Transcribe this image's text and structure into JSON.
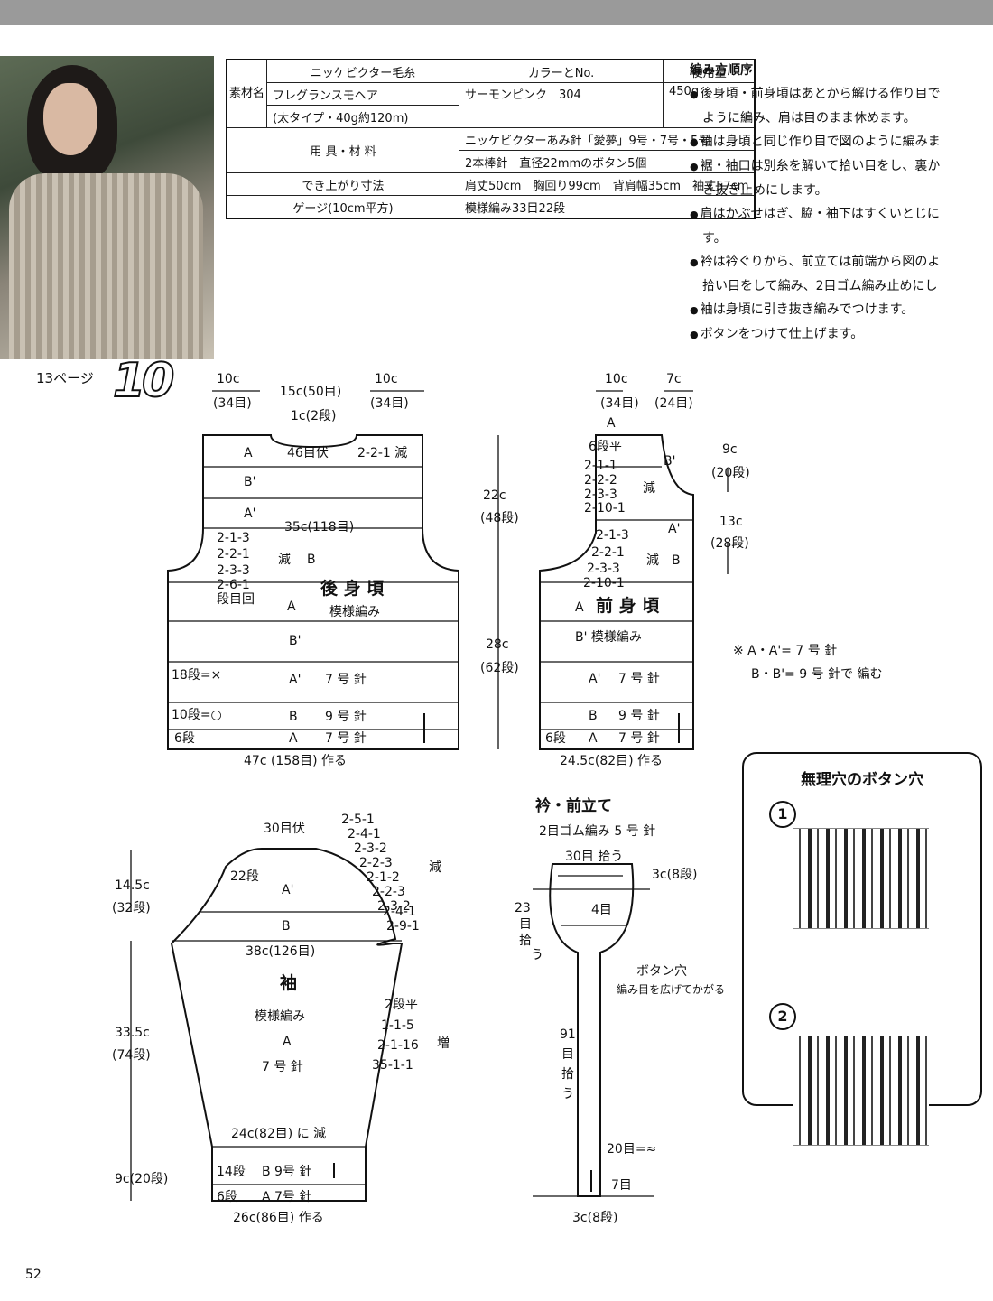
{
  "material": {
    "head_material": "素材名",
    "head_yarn": "ニッケビクター毛糸",
    "head_color": "カラーとNo.",
    "head_qty": "使用量",
    "yarn_name": "フレグランスモヘア",
    "yarn_detail": "(太タイプ・40g約120m)",
    "color": "サーモンピンク　304",
    "qty": "450g",
    "tools_label": "用 具・材 料",
    "tools_1": "ニッケビクターあみ針「愛夢」9号・7号・5号",
    "tools_2": "2本棒針　直径22mmのボタン5個",
    "size_label": "でき上がり寸法",
    "size": "肩丈50cm　胸回り99cm　背肩幅35cm　袖丈57cm",
    "gauge_label": "ゲージ(10cm平方)",
    "gauge": "模様編み33目22段"
  },
  "steps": {
    "title": "編み方順序",
    "s1a": "後身頃・前身頃はあとから解ける作り目で",
    "s1b": "ように編み、肩は目のまま休めます。",
    "s2a": "袖は身頃と同じ作り目で図のように編みま",
    "s3a": "裾・袖口は別糸を解いて拾い目をし、裏か",
    "s3b": "き抜き止めにします。",
    "s4a": "肩はかぶせはぎ、脇・袖下はすくいとじに",
    "s4b": "す。",
    "s5a": "衿は衿ぐりから、前立ては前端から図のよ",
    "s5b": "拾い目をして編み、2目ゴム編み止めにし",
    "s6a": "袖は身頃に引き抜き編みでつけます。",
    "s7a": "ボタンをつけて仕上げます。"
  },
  "header": {
    "page_ref": "13ページ",
    "number": "10"
  },
  "back": {
    "top_l": "10c",
    "top_l2": "(34目)",
    "top_c": "15c(50目)",
    "top_r": "10c",
    "top_r2": "(34目)",
    "neck": "1c(2段)",
    "row_a": "A",
    "bind": "46目伏",
    "dec_neck": "2-2-1 減",
    "row_b2": "B'",
    "row_a2": "A'",
    "width": "35c(118目)",
    "d1": "2-1-3",
    "d2": "2-2-1",
    "d3": "2-3-3",
    "d4": "2-6-1",
    "dec": "減",
    "bb": "B",
    "rows": "段目回",
    "title": "後 身 頃",
    "pattern": "模様編み",
    "la": "A",
    "lb2": "B'",
    "la2": "A'",
    "n7": "7 号 針",
    "lb": "B",
    "n9": "9 号 針",
    "la3": "A",
    "n7b": "7 号 針",
    "r18": "18段=×",
    "r10": "10段=○",
    "r6": "6段",
    "bottom": "47c (158目) 作る",
    "h1": "22c",
    "h1b": "(48段)",
    "h2": "28c",
    "h2b": "(62段)"
  },
  "front": {
    "top_l": "10c",
    "top_l2": "(34目)",
    "top_r": "7c",
    "top_r2": "(24目)",
    "row_a": "A",
    "flat": "6段平",
    "n1": "2-1-1",
    "n2": "2-2-2",
    "n3": "2-3-3",
    "n4": "2-10-1",
    "dec": "減",
    "b2": "B'",
    "a2": "A'",
    "m1": "2-1-3",
    "m2": "2-2-1",
    "m3": "2-3-3",
    "m4": "2-10-1",
    "dec2": "減",
    "b": "B",
    "title": "前 身 頃",
    "la": "A",
    "pattern": "B' 模様編み",
    "la2": "A'",
    "n7": "7 号 針",
    "lb": "B",
    "n9": "9 号 針",
    "r6": "6段",
    "la3": "A",
    "n7b": "7 号 針",
    "bottom": "24.5c(82目) 作る",
    "h1": "9c",
    "h1b": "(20段)",
    "h2": "13c",
    "h2b": "(28段)"
  },
  "note": {
    "n1": "※ A・A'= 7 号 針",
    "n2": "B・B'= 9 号 針で 編む"
  },
  "sleeve": {
    "bind": "30目伏",
    "c1": "2-5-1",
    "c2": "2-4-1",
    "c3": "2-3-2",
    "c4": "2-2-3",
    "c5": "2-1-2",
    "c6": "2-2-3",
    "c7": "2-3-2",
    "c8": "2-4-1",
    "c9": "2-9-1",
    "dec": "減",
    "rows22": "22段",
    "a2": "A'",
    "b": "B",
    "width": "38c(126目)",
    "title": "袖",
    "pattern": "模様編み",
    "a": "A",
    "n7": "7 号 針",
    "i0": "2段平",
    "i1": "1-1-5",
    "i2": "2-1-16",
    "i3": "35-1-1",
    "inc": "増",
    "dec24": "24c(82目) に 減",
    "r14": "14段",
    "b9": "B 9号 針",
    "r6": "6段",
    "a7": "A 7号 針",
    "bottom": "26c(86目) 作る",
    "h1": "14.5c",
    "h1b": "(32段)",
    "h2": "33.5c",
    "h2b": "(74段)",
    "h3": "9c(20段)"
  },
  "collar": {
    "title": "衿・前立て",
    "sub": "2目ゴム編み 5 号 針",
    "pick30": "30目 拾う",
    "h3": "3c(8段)",
    "pick23a": "23",
    "pick23b": "目",
    "pick23c": "拾",
    "pick23d": "う",
    "four": "4目",
    "btn": "ボタン穴",
    "btn2": "編み目を広げてかがる",
    "p91a": "91",
    "p91b": "目",
    "p91c": "拾",
    "p91d": "う",
    "r20": "20目=≈",
    "r7": "7目",
    "bottom": "3c(8段)"
  },
  "buttonhole": {
    "title": "無理穴のボタン穴",
    "c1": "1",
    "c2": "2"
  },
  "page_number": "52"
}
